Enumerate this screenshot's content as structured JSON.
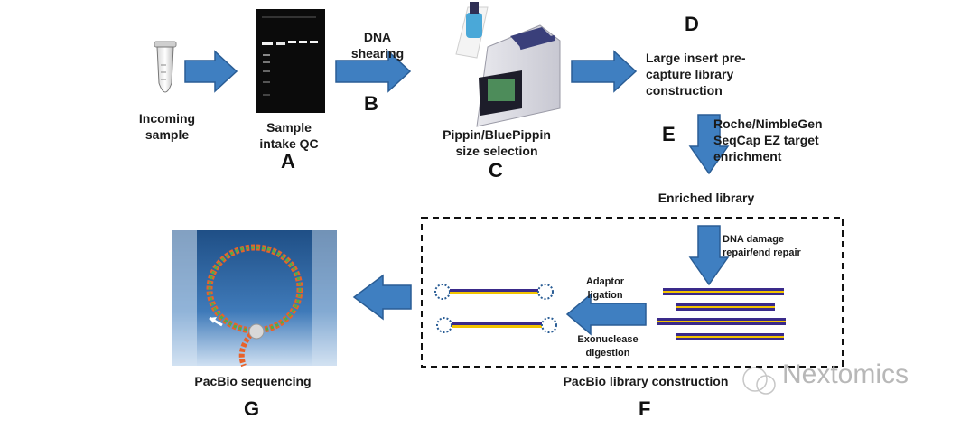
{
  "steps": {
    "a": {
      "letter": "A",
      "label_l1": "Sample",
      "label_l2": "intake QC"
    },
    "b": {
      "letter": "B",
      "label_l1": "DNA",
      "label_l2": "shearing"
    },
    "c": {
      "letter": "C",
      "label_l1": "Pippin/BluePippin",
      "label_l2": "size selection"
    },
    "d": {
      "letter": "D",
      "label_l1": "Large insert pre-",
      "label_l2": "capture library",
      "label_l3": "construction"
    },
    "e": {
      "letter": "E",
      "label_l1": "Roche/NimbleGen",
      "label_l2": "SeqCap EZ target",
      "label_l3": "enrichment"
    },
    "f": {
      "letter": "F",
      "box_label": "PacBio library construction"
    },
    "g": {
      "letter": "G",
      "label": "PacBio sequencing"
    }
  },
  "incoming": {
    "label_l1": "Incoming",
    "label_l2": "sample"
  },
  "enriched": {
    "label": "Enriched library"
  },
  "repair": {
    "label_l1": "DNA damage",
    "label_l2": "repair/end repair"
  },
  "adaptor": {
    "label_l1": "Adaptor",
    "label_l2": "ligation"
  },
  "exonuclease": {
    "label_l1": "Exonuclease",
    "label_l2": "digestion"
  },
  "watermark": {
    "text": "Nextomics"
  },
  "colors": {
    "arrow_fill": "#3f7fc1",
    "arrow_stroke": "#2a5d95",
    "dna_purple": "#3a2a8a",
    "dna_yellow": "#f2c400"
  }
}
